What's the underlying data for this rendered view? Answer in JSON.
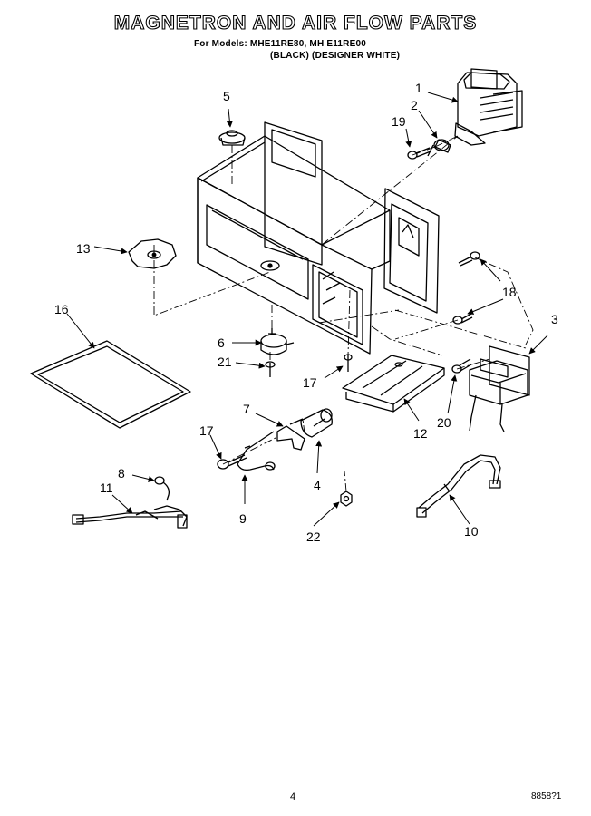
{
  "header": {
    "title": "MAGNETRON AND AIR FLOW PARTS",
    "subtitle": "For Models: MHE11RE80, MH E11RE00",
    "variants": "(BLACK) (DESIGNER WHITE)"
  },
  "callouts": [
    {
      "id": "c1",
      "label": "1"
    },
    {
      "id": "c2",
      "label": "2"
    },
    {
      "id": "c3",
      "label": "3"
    },
    {
      "id": "c4",
      "label": "4"
    },
    {
      "id": "c5",
      "label": "5"
    },
    {
      "id": "c6",
      "label": "6"
    },
    {
      "id": "c7",
      "label": "7"
    },
    {
      "id": "c8",
      "label": "8"
    },
    {
      "id": "c9",
      "label": "9"
    },
    {
      "id": "c10",
      "label": "10"
    },
    {
      "id": "c11",
      "label": "11"
    },
    {
      "id": "c12",
      "label": "12"
    },
    {
      "id": "c13",
      "label": "13"
    },
    {
      "id": "c16",
      "label": "16"
    },
    {
      "id": "c17a",
      "label": "17"
    },
    {
      "id": "c17b",
      "label": "17"
    },
    {
      "id": "c18",
      "label": "18"
    },
    {
      "id": "c19",
      "label": "19"
    },
    {
      "id": "c20",
      "label": "20"
    },
    {
      "id": "c21",
      "label": "21"
    },
    {
      "id": "c22",
      "label": "22"
    }
  ],
  "footer": {
    "page_number": "4",
    "doc_code": "8858?1"
  }
}
